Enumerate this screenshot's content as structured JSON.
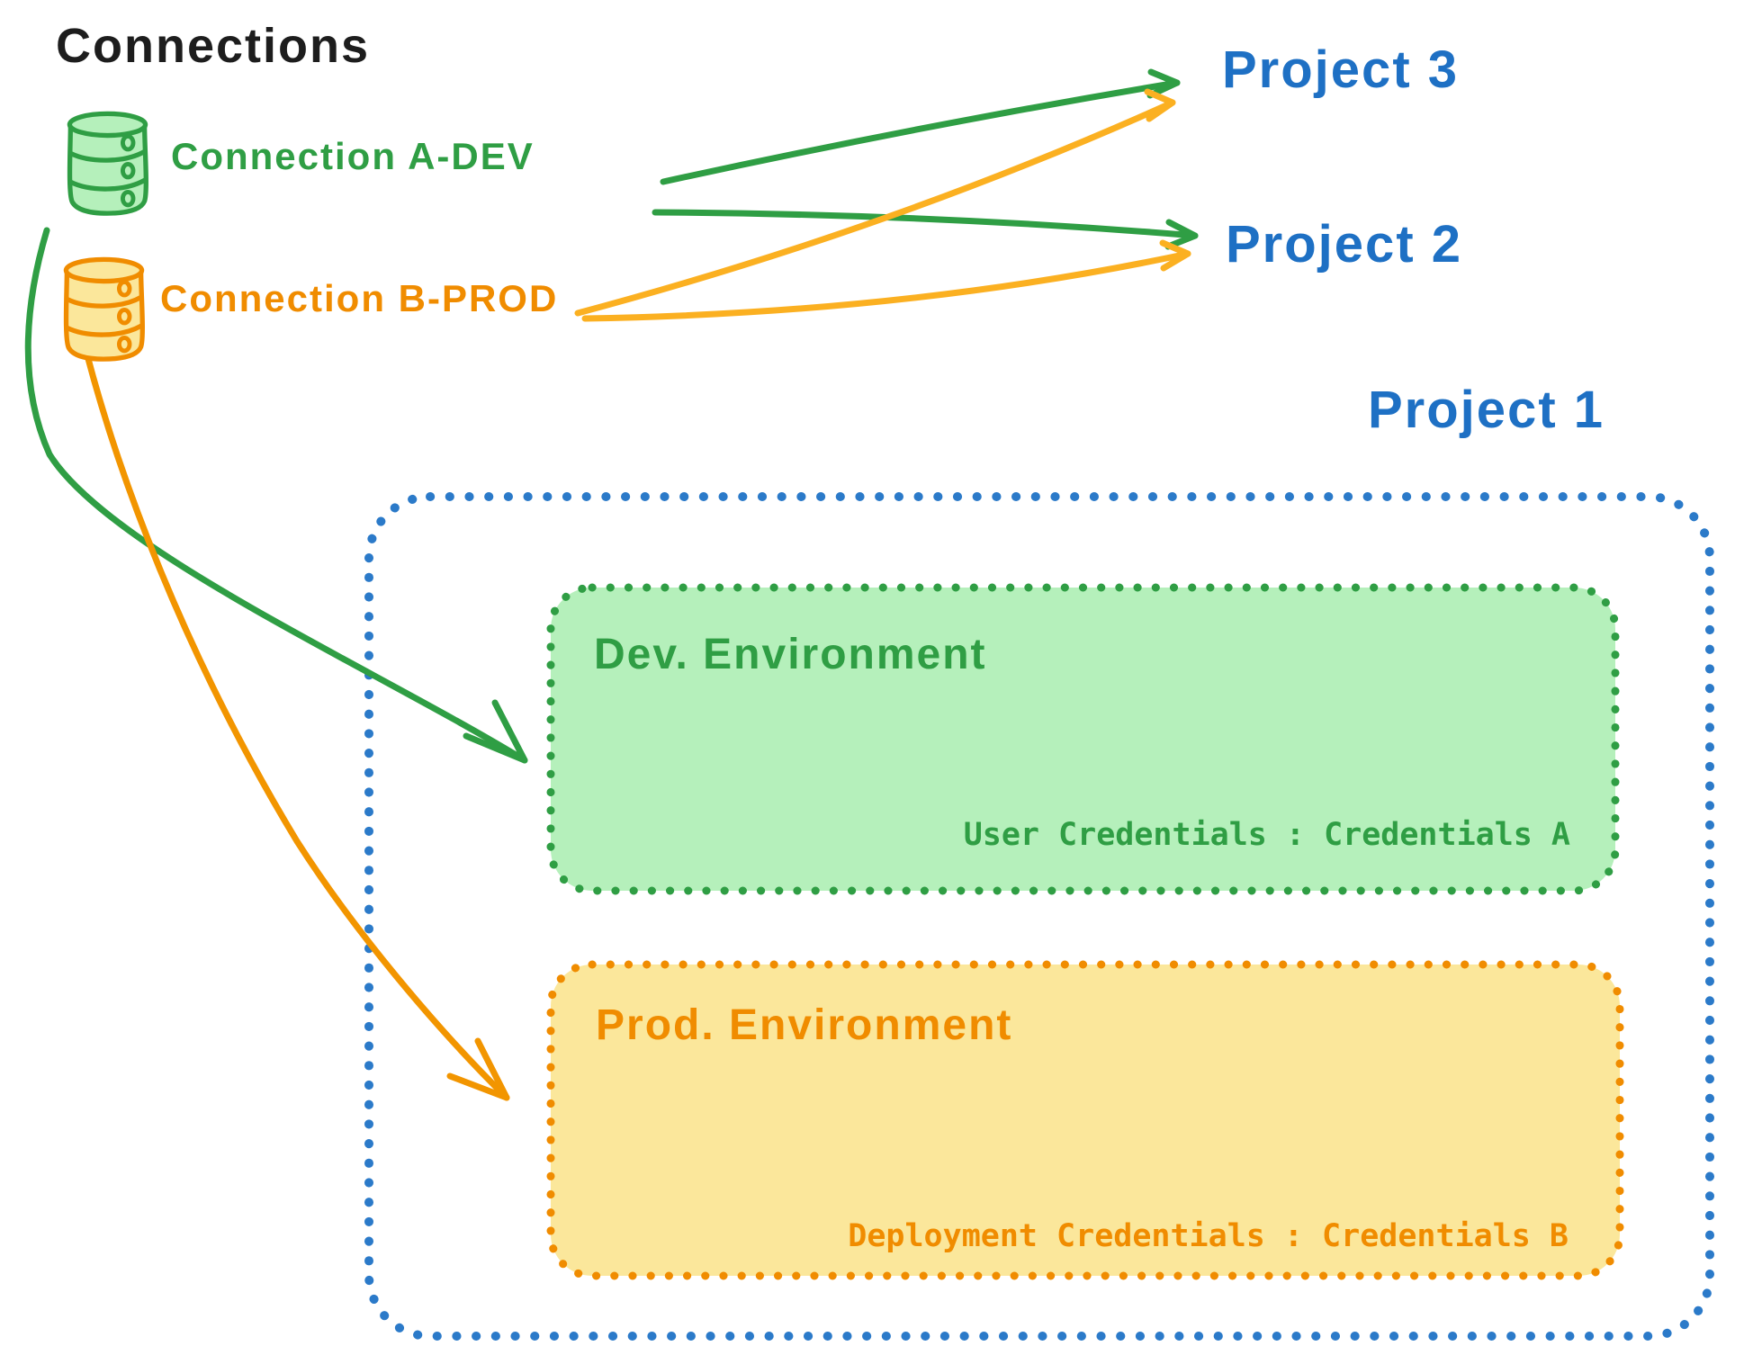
{
  "title": "Connections",
  "connections": [
    {
      "label": "Connection A-DEV",
      "icon": "database-icon",
      "color": "#2f9e44"
    },
    {
      "label": "Connection B-PROD",
      "icon": "database-icon",
      "color": "#f08c00"
    }
  ],
  "projects": [
    {
      "label": "Project 3"
    },
    {
      "label": "Project 2"
    },
    {
      "label": "Project 1"
    }
  ],
  "project1_box": {
    "border_color": "#2b7ac9",
    "dev_environment": {
      "title": "Dev. Environment",
      "credentials_label": "User Credentials : Credentials A",
      "stroke_color": "#2f9e44",
      "fill_color": "#b5f0bb"
    },
    "prod_environment": {
      "title": "Prod. Environment",
      "credentials_label": "Deployment Credentials : Credentials B",
      "stroke_color": "#f08c00",
      "fill_color": "#fbe79b"
    }
  },
  "arrows": [
    {
      "name": "a-dev-to-project-3",
      "color": "#2f9e44"
    },
    {
      "name": "a-dev-to-project-2",
      "color": "#2f9e44"
    },
    {
      "name": "b-prod-to-project-3",
      "color": "#fbb021"
    },
    {
      "name": "b-prod-to-project-2",
      "color": "#fbb021"
    },
    {
      "name": "a-dev-to-dev-environment",
      "color": "#2f9e44"
    },
    {
      "name": "b-prod-to-prod-environment",
      "color": "#f29500"
    }
  ],
  "colors": {
    "title_text": "#1d1d1d",
    "project_text": "#1e70c4",
    "green": "#2f9e44",
    "green_fill": "#b5f0bb",
    "orange": "#f08c00",
    "orange_fill": "#fbe79b",
    "orange_arrow_light": "#fbb021",
    "blue_border": "#2b7ac9"
  }
}
